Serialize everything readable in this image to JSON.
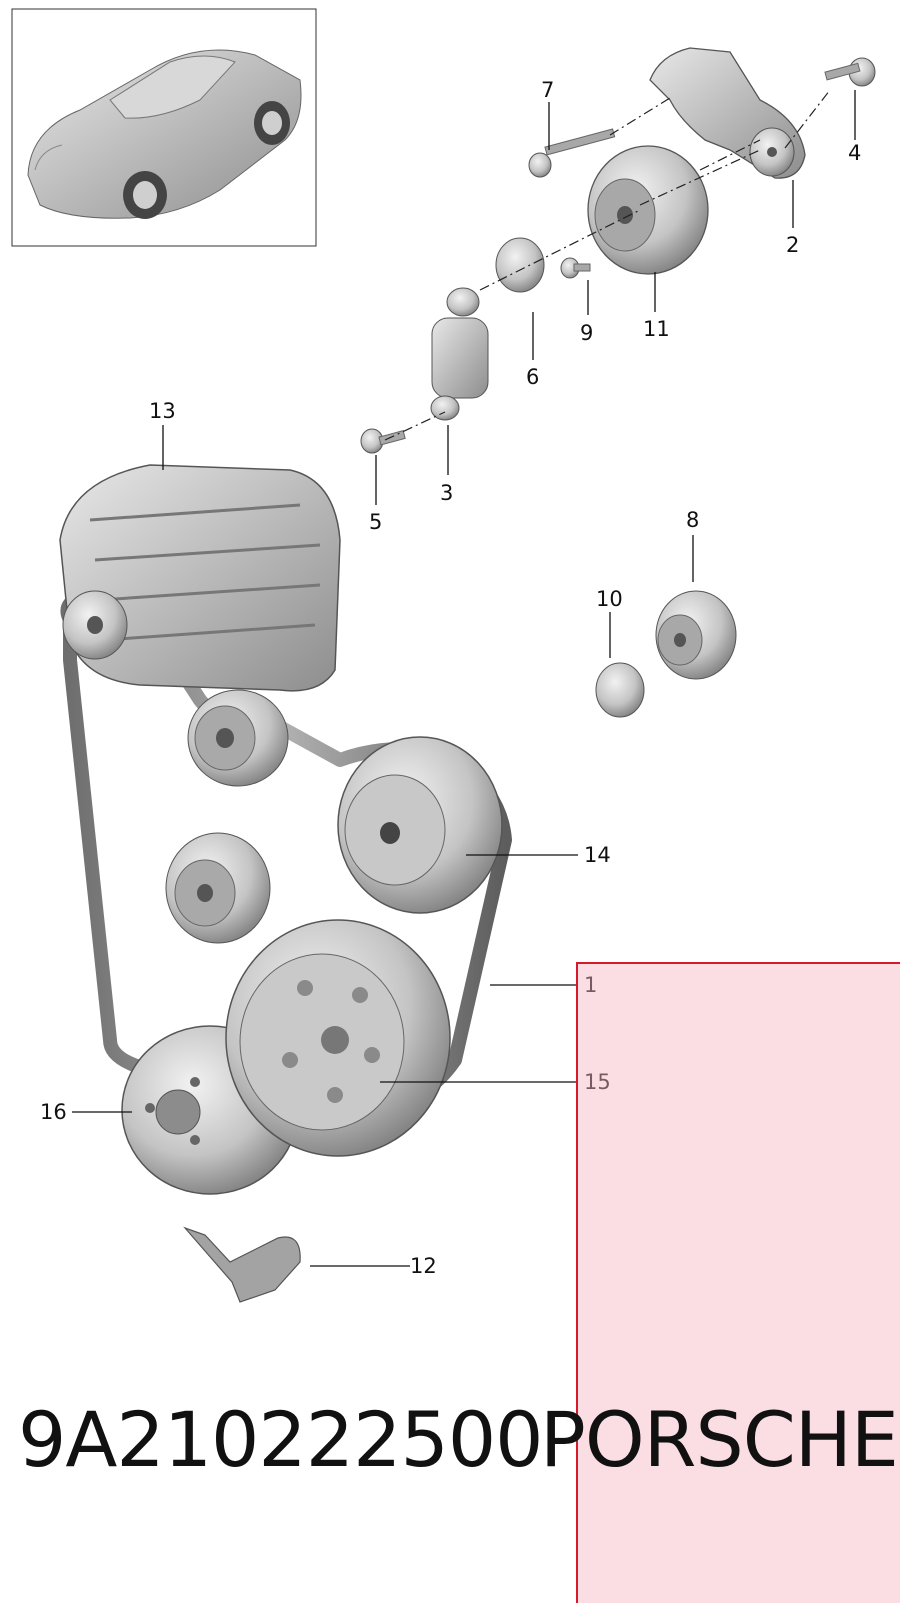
{
  "diagram": {
    "callouts": [
      "1",
      "2",
      "3",
      "4",
      "5",
      "6",
      "7",
      "8",
      "9",
      "10",
      "11",
      "12",
      "13",
      "14",
      "15",
      "16"
    ]
  },
  "footer": {
    "part_number": "9A210222500",
    "brand": "PORSCHE"
  },
  "colors": {
    "highlight_fill": "#f7b4c4",
    "highlight_border": "#d41a2b",
    "part_gray": "#b9b9b9",
    "part_dark": "#5a5a5a"
  },
  "icons": {
    "thumbnail": "car-overview-icon"
  }
}
